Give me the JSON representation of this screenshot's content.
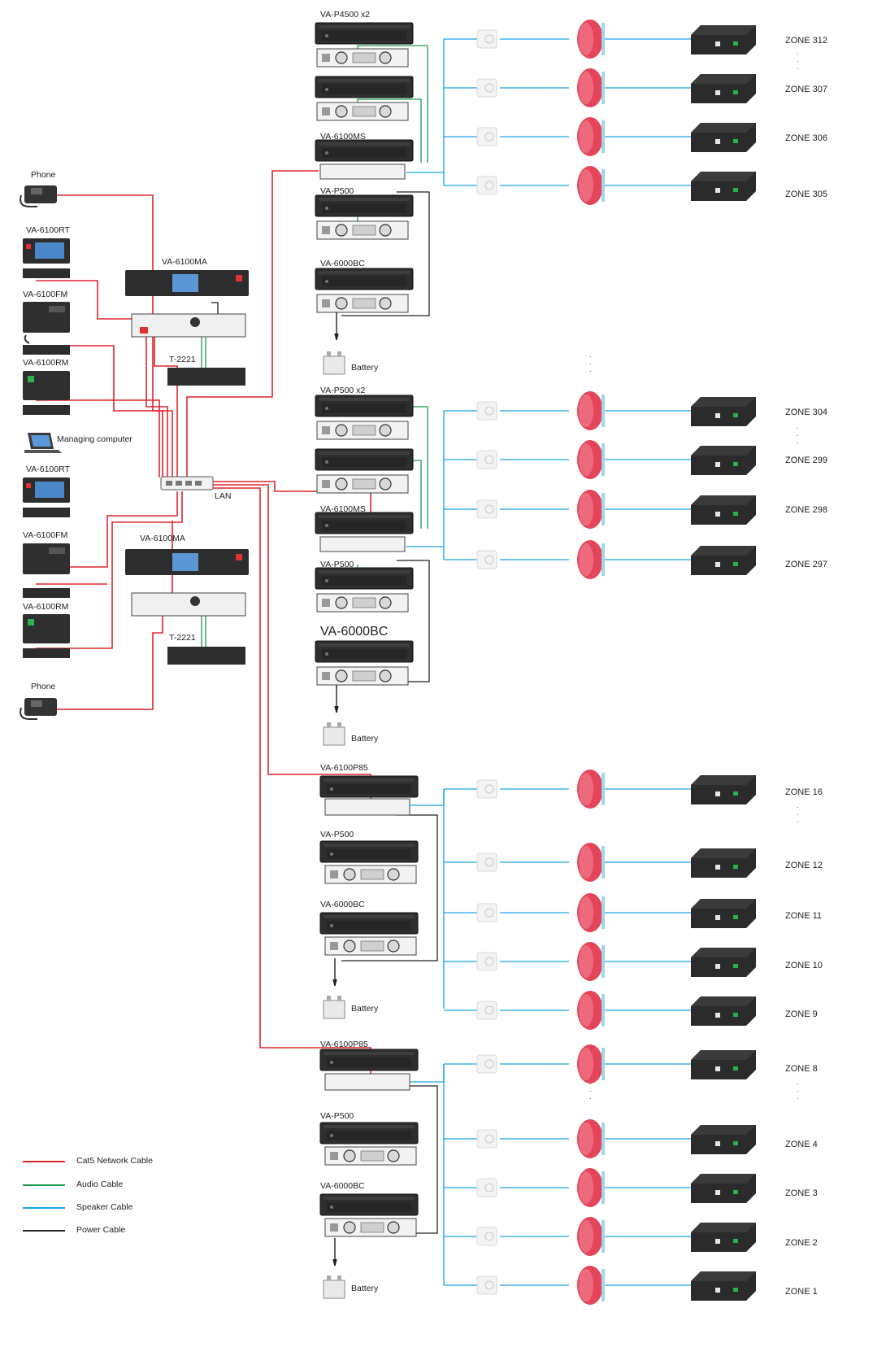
{
  "devices": {
    "phone_top": "Phone",
    "rt_top": "VA-6100RT",
    "fm_top": "VA-6100FM",
    "rm_top": "VA-6100RM",
    "ma_top": "VA-6100MA",
    "t2221_top": "T-2221",
    "managing_computer": "Managing computer",
    "lan": "LAN",
    "rt_bottom": "VA-6100RT",
    "fm_bottom": "VA-6100FM",
    "rm_bottom": "VA-6100RM",
    "ma_bottom": "VA-6100MA",
    "t2221_bottom": "T-2221",
    "phone_bottom": "Phone",
    "g1_amp": "VA-P4500 x2",
    "g1_ms": "VA-6100MS",
    "g1_p500": "VA-P500",
    "g1_bc": "VA-6000BC",
    "g1_battery": "Battery",
    "g2_amp": "VA-P500 x2",
    "g2_ms": "VA-6100MS",
    "g2_p500": "VA-P500",
    "g2_bc": "VA-6000BC",
    "g2_battery": "Battery",
    "g3_p85": "VA-6100P85",
    "g3_p500": "VA-P500",
    "g3_bc": "VA-6000BC",
    "g3_battery": "Battery",
    "g4_p85": "VA-6100P85",
    "g4_p500": "VA-P500",
    "g4_bc": "VA-6000BC",
    "g4_battery": "Battery"
  },
  "zones": [
    "ZONE 312",
    "ZONE 307",
    "ZONE 306",
    "ZONE 305",
    "ZONE 304",
    "ZONE 299",
    "ZONE 298",
    "ZONE 297",
    "ZONE 16",
    "ZONE 12",
    "ZONE 11",
    "ZONE 10",
    "ZONE 9",
    "ZONE 8",
    "ZONE 4",
    "ZONE 3",
    "ZONE 2",
    "ZONE 1"
  ],
  "legend": {
    "items": [
      {
        "label": "Cat5 Network Cable",
        "color": "#e1252f"
      },
      {
        "label": "Audio Cable",
        "color": "#1f9a4a"
      },
      {
        "label": "Speaker Cable",
        "color": "#1aa3e8"
      },
      {
        "label": "Power Cable",
        "color": "#222222"
      }
    ]
  },
  "colors": {
    "network": "#e1252f",
    "audio": "#1f9a4a",
    "speaker": "#1aa3e8",
    "power": "#222222",
    "speaker_horn": "#e5455a",
    "equipment": "#2b2b2b"
  }
}
